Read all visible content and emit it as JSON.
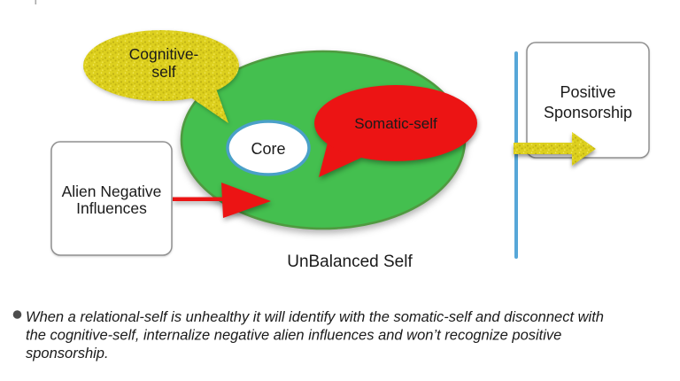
{
  "diagram": {
    "cognitive_bubble": {
      "line1": "Cognitive-",
      "line2": "self"
    },
    "core": {
      "label": "Core"
    },
    "somatic_bubble": {
      "label": "Somatic-self"
    },
    "alien_box": {
      "line1": "Alien Negative",
      "line2": "Influences"
    },
    "positive_box": {
      "line1": "Positive",
      "line2": "Sponsorship"
    },
    "caption": "UnBalanced Self"
  },
  "note": {
    "bullet": "●",
    "lines": [
      "When a relational-self is unhealthy it will identify with the somatic-self and disconnect with",
      "the cognitive-self, internalize negative alien influences and won’t recognize positive",
      "sponsorship."
    ]
  },
  "colors": {
    "green_fill": "#44bf4f",
    "green_stroke": "#4f9a40",
    "red": "#ec1414",
    "yellow_base": "#ddd01e",
    "core_stroke": "#4aa0c8",
    "blue_line": "#57a7d8",
    "box_stroke": "#909090",
    "text": "#1a1a1a",
    "bullet": "#4d4d4d"
  }
}
